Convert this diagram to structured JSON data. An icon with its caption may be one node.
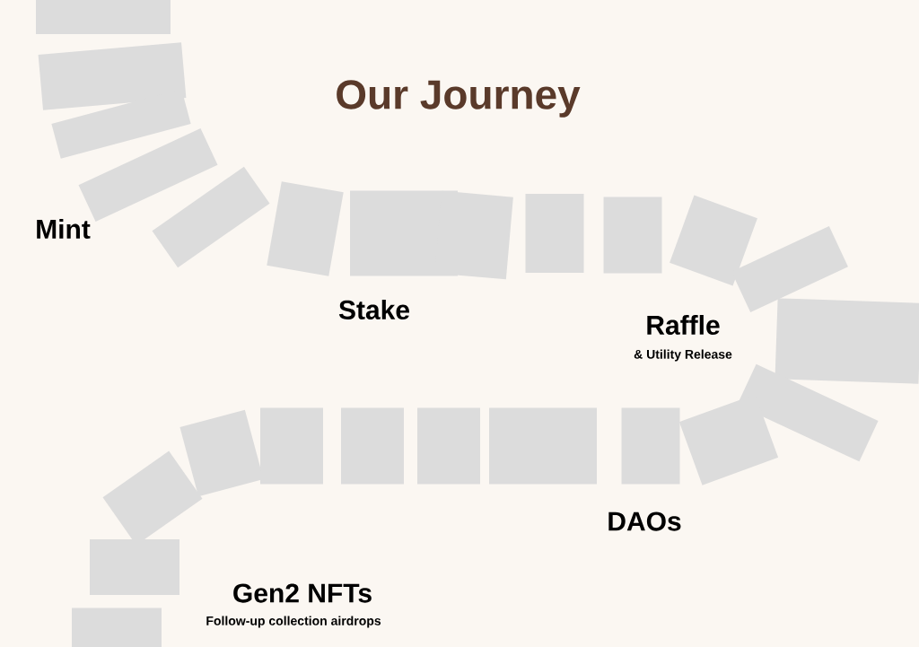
{
  "diagram": {
    "title": "Our Journey",
    "labels": [
      "Mint",
      "Stake",
      "Raffle",
      "& Utility Release",
      "DAOs",
      "Gen2 NFTs",
      "Follow-up collection airdrops"
    ]
  }
}
